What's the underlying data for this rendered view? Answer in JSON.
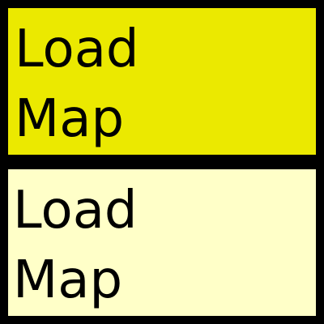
{
  "buttons": {
    "primary": {
      "line1": "Load",
      "line2": "Map",
      "color": "#ebe900"
    },
    "secondary": {
      "line1": "Load",
      "line2": "Map",
      "color": "#ffffc8"
    }
  },
  "colors": {
    "background": "#000000",
    "text": "#000000"
  }
}
